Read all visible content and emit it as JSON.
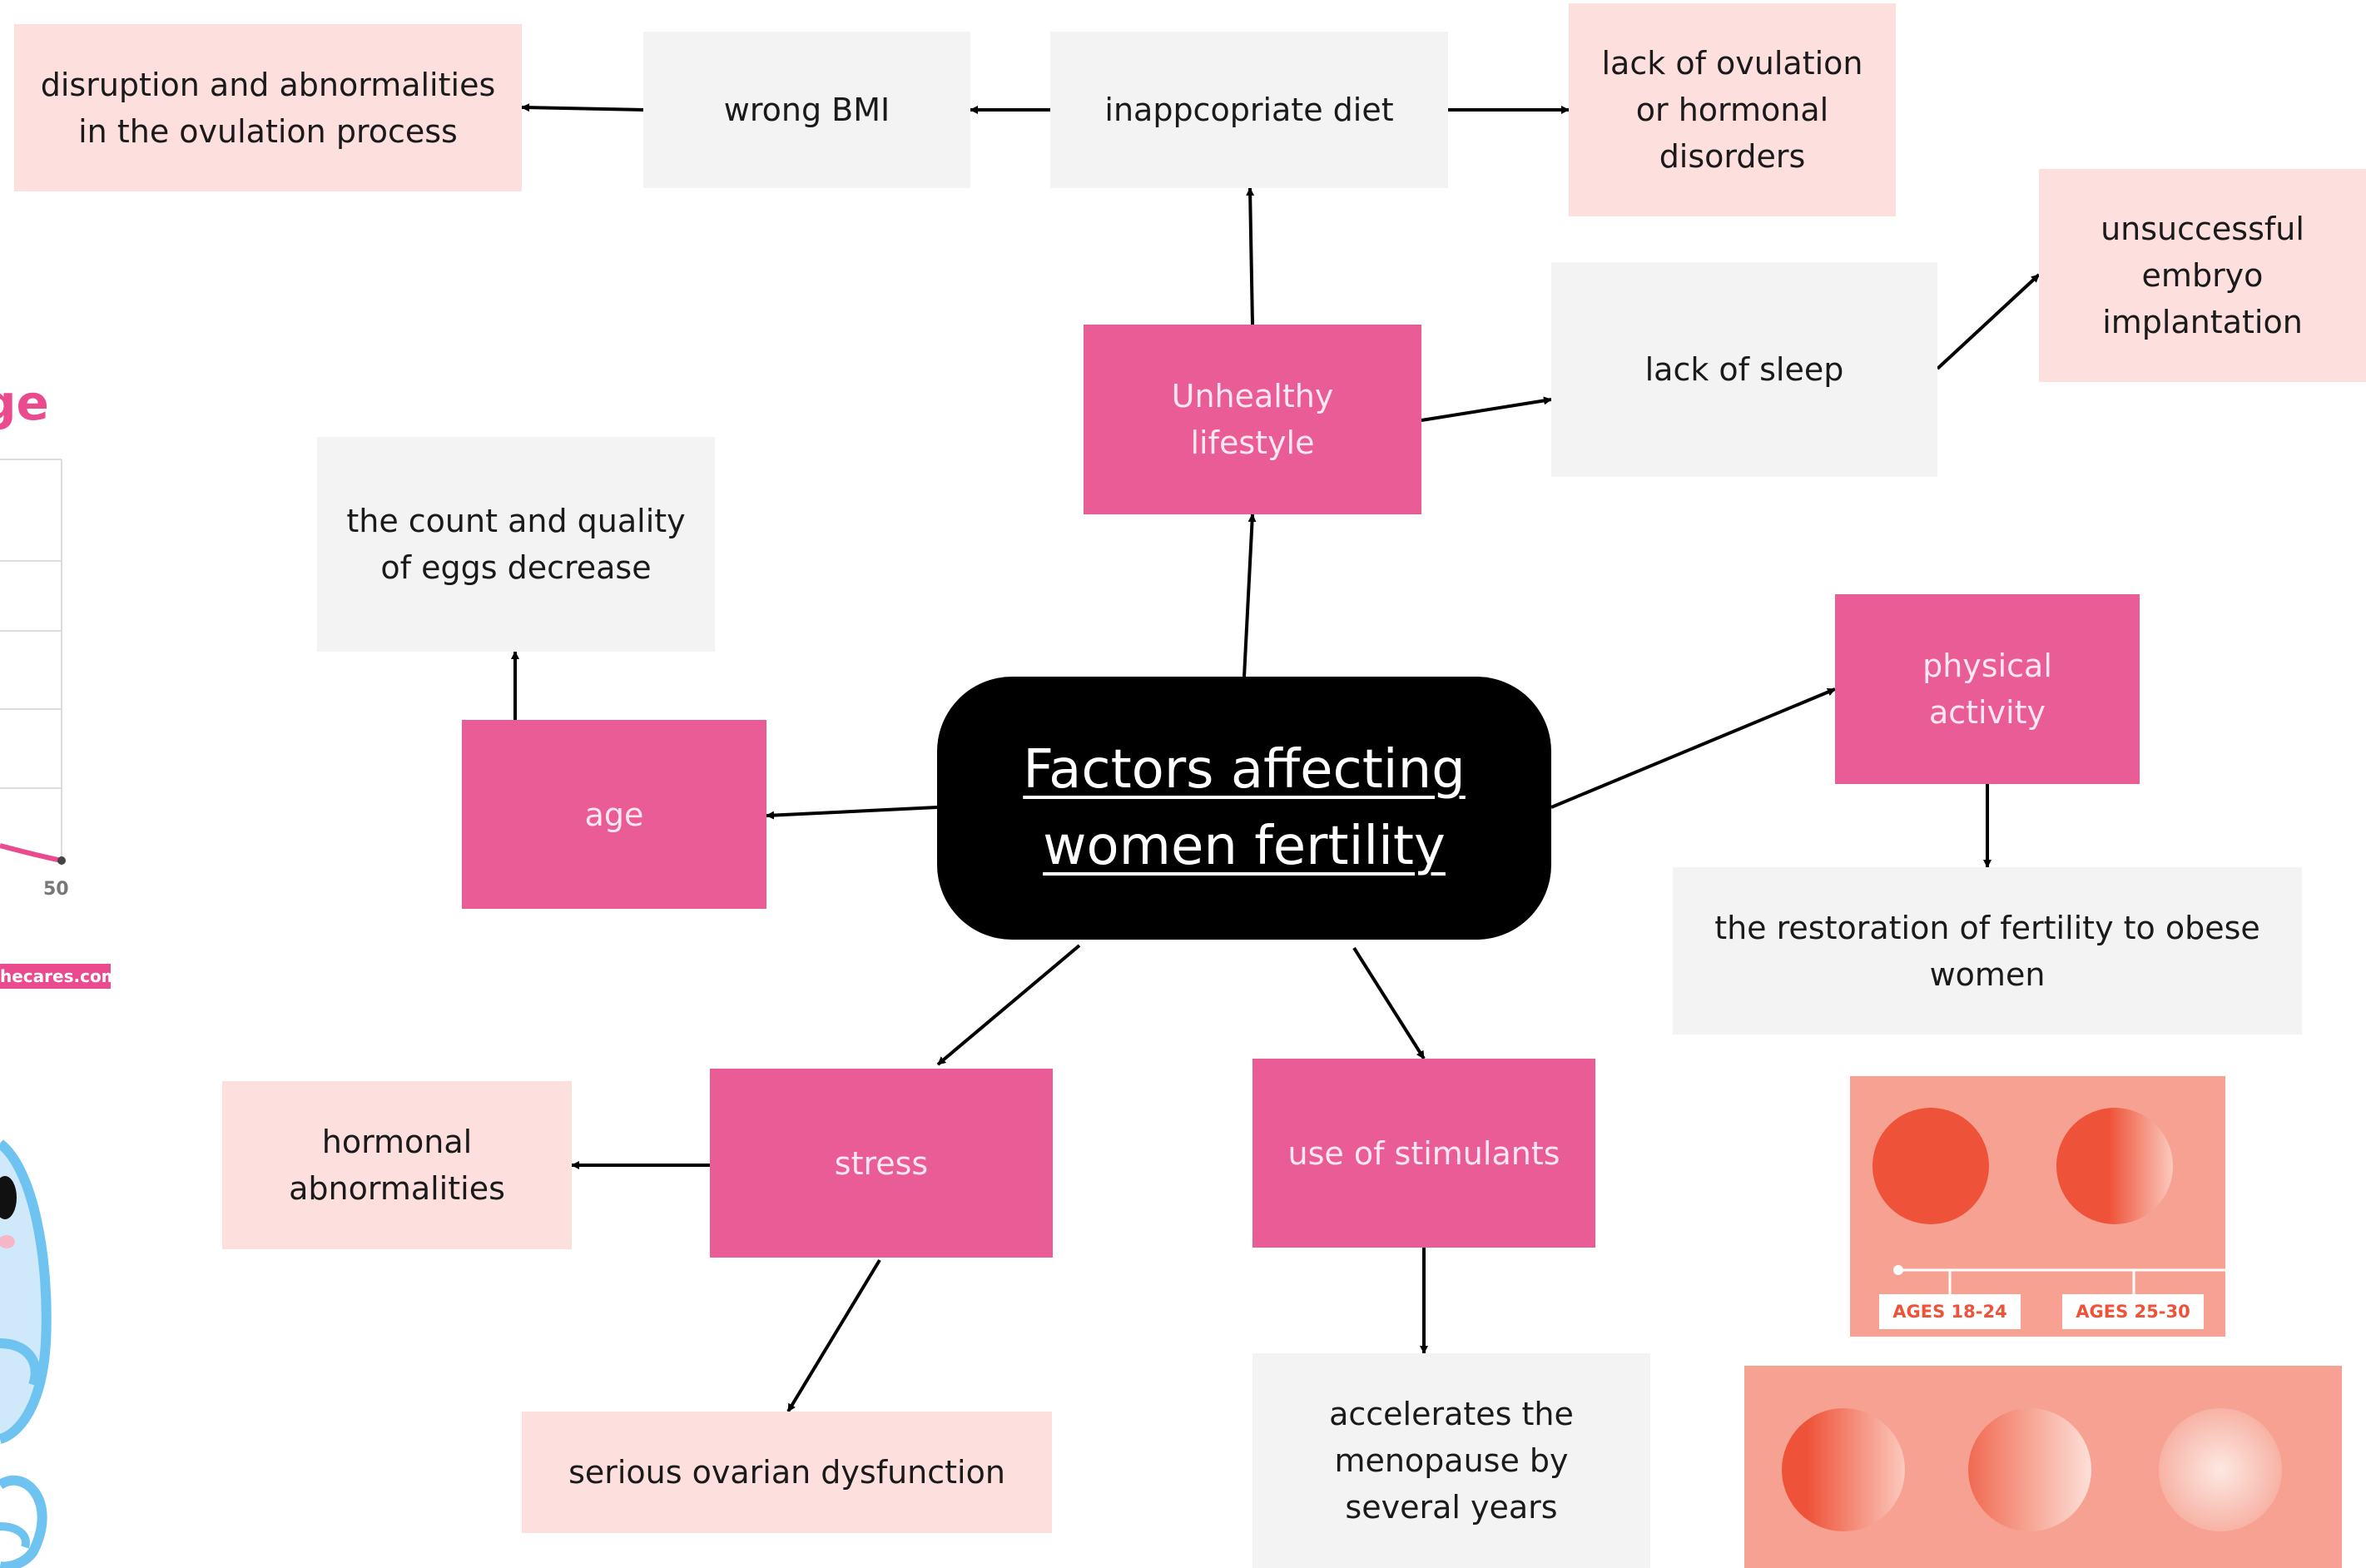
{
  "diagram": {
    "title": "Factors affecting women fertility",
    "nodes": {
      "unhealthy_lifestyle": "Unhealthy\nlifestyle",
      "inappropriate_diet": "inappcopriate diet",
      "wrong_bmi": "wrong BMI",
      "ovulation_disruption": "disruption and abnormalities\nin the ovulation process",
      "lack_of_ovulation": "lack of ovulation\nor hormonal\ndisorders",
      "lack_of_sleep": "lack of sleep",
      "embryo_implantation": "unsuccessful\nembryo\nimplantation",
      "age": "age",
      "eggs_decrease": "the count and quality\nof eggs decrease",
      "physical_activity": "physical\nactivity",
      "fertility_restoration": "the restoration of fertility to obese\nwomen",
      "stress": "stress",
      "hormonal_abnormalities": "hormonal\nabnormalities",
      "ovarian_dysfunction": "serious ovarian dysfunction",
      "stimulants": "use of stimulants",
      "menopause": "accelerates the\nmenopause by\nseveral years"
    },
    "edges": [
      [
        "center",
        "unhealthy_lifestyle"
      ],
      [
        "unhealthy_lifestyle",
        "inappropriate_diet"
      ],
      [
        "inappropriate_diet",
        "wrong_bmi"
      ],
      [
        "wrong_bmi",
        "ovulation_disruption"
      ],
      [
        "inappropriate_diet",
        "lack_of_ovulation"
      ],
      [
        "unhealthy_lifestyle",
        "lack_of_sleep"
      ],
      [
        "lack_of_sleep",
        "embryo_implantation"
      ],
      [
        "center",
        "age"
      ],
      [
        "age",
        "eggs_decrease"
      ],
      [
        "center",
        "physical_activity"
      ],
      [
        "physical_activity",
        "fertility_restoration"
      ],
      [
        "center",
        "stress"
      ],
      [
        "stress",
        "hormonal_abnormalities"
      ],
      [
        "stress",
        "ovarian_dysfunction"
      ],
      [
        "center",
        "stimulants"
      ],
      [
        "stimulants",
        "menopause"
      ]
    ]
  },
  "left_fragment": {
    "heading_fragment": "ge",
    "axis_tick": "50",
    "source_tag": "hecares.com"
  },
  "age_illustration": {
    "labels": [
      "AGES 18-24",
      "AGES 25-30"
    ]
  },
  "colors": {
    "accent": "#ea5c96",
    "pale": "#fde0de",
    "grey": "#f3f3f3",
    "center": "#000000",
    "illustration_bg": "#f7a192",
    "egg": "#ee5238"
  }
}
